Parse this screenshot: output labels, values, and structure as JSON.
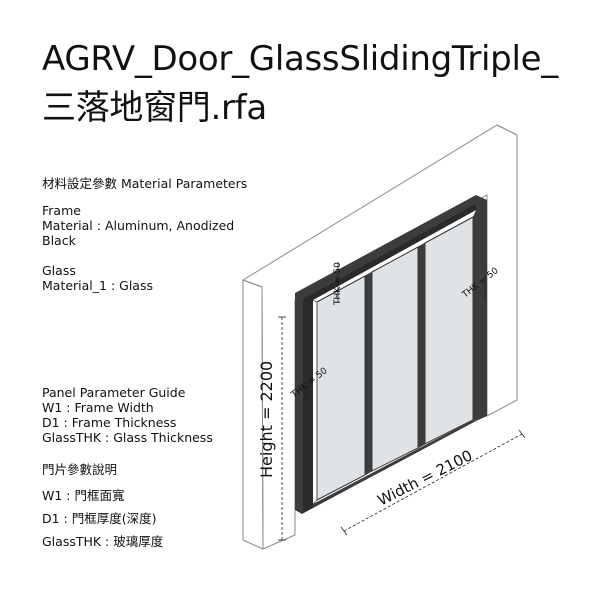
{
  "title": {
    "line1": "AGRV_Door_GlassSlidingTriple_",
    "line2": "三落地窗門.rfa"
  },
  "material": {
    "heading": "材料設定參數 Material Parameters",
    "frame_label": "Frame",
    "frame_material_line1": "Material : Aluminum, Anodized",
    "frame_material_line2": "Black",
    "glass_label": "Glass",
    "glass_material": "Material_1 :  Glass"
  },
  "guide": {
    "heading": "Panel Parameter Guide",
    "w1": "W1 : Frame Width",
    "d1": "D1 : Frame Thickness",
    "glassthk": "GlassTHK : Glass Thickness"
  },
  "guide_zh": {
    "heading": "門片參數說明",
    "w1": "W1 : 門框面寬",
    "d1": "D1 : 門框厚度(深度)",
    "glassthk": "GlassTHK : 玻璃厚度"
  },
  "dimensions": {
    "height": "Height = 2200",
    "width": "Width = 2100",
    "thk_top": "THK = 50",
    "thk_right": "THK = 50",
    "thk_left": "THK = 50"
  },
  "colors": {
    "frame": "#3c3c3c",
    "glass": "#dfe3e6",
    "wall_line": "#8a8a8a",
    "text": "#111111"
  }
}
